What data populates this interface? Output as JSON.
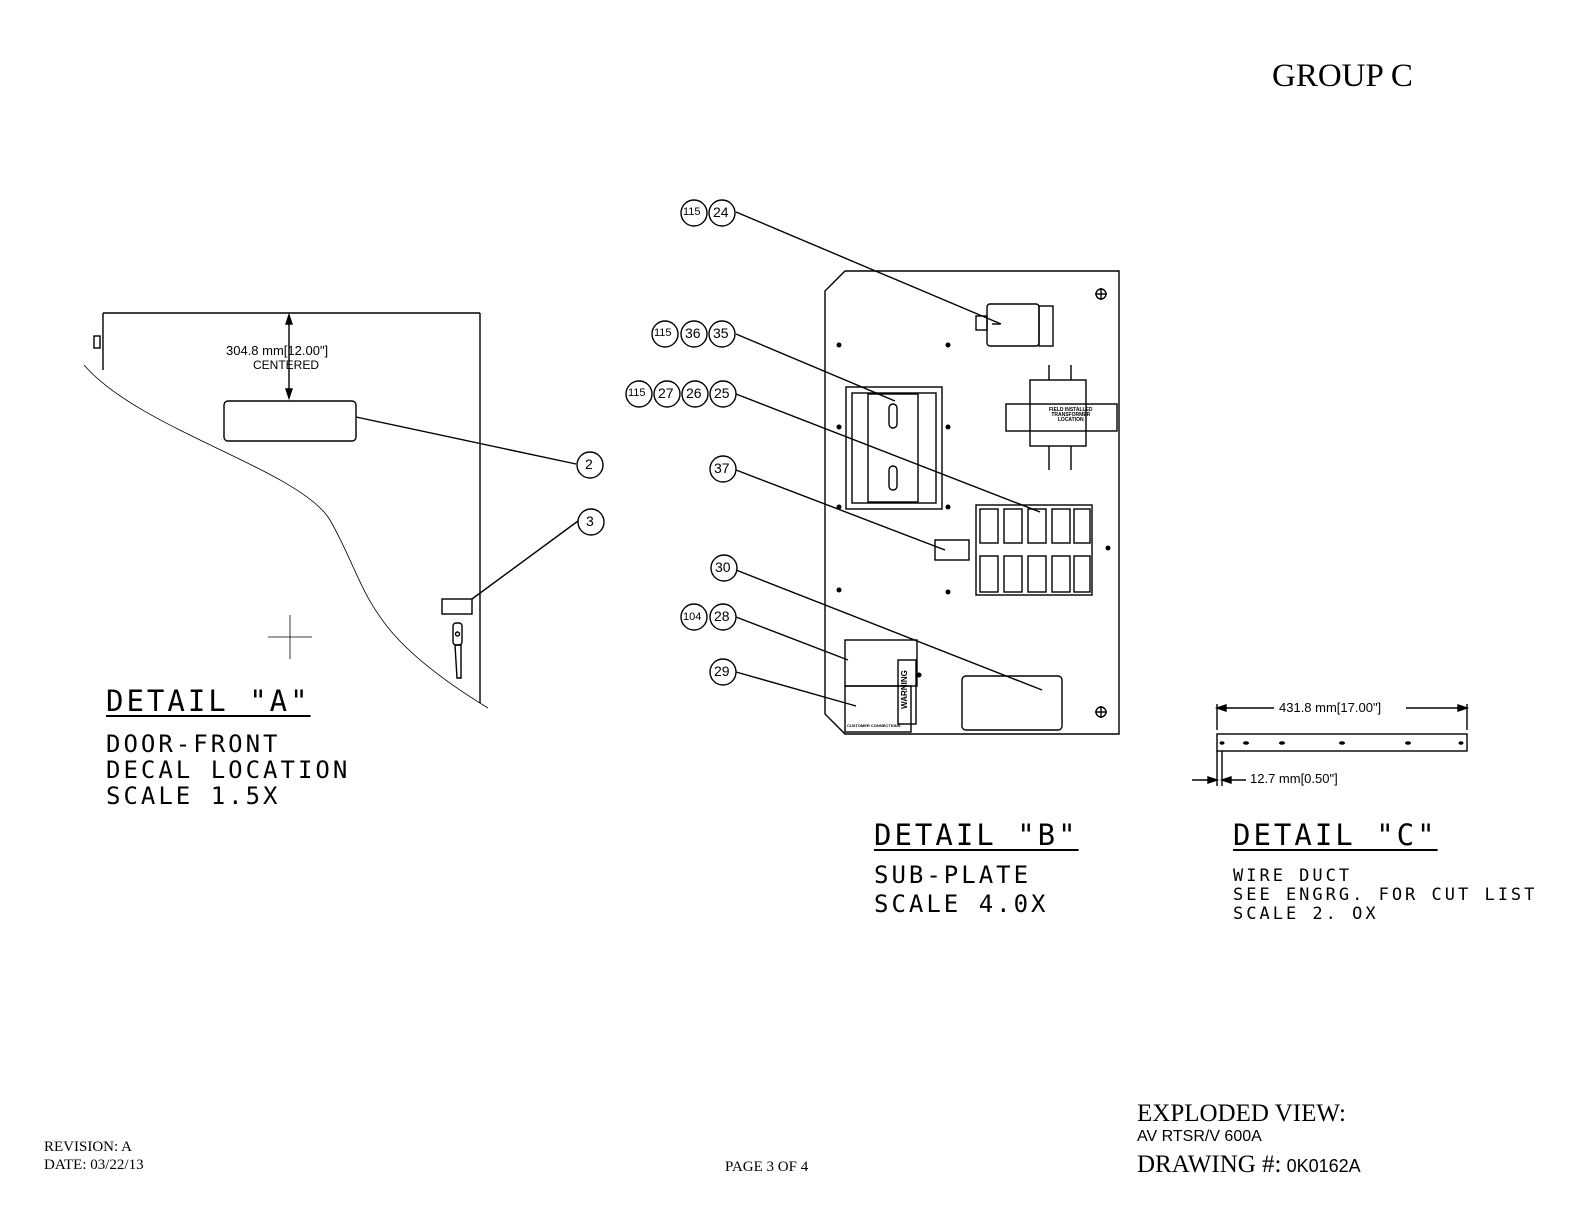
{
  "header": {
    "group": "GROUP C"
  },
  "detail_a": {
    "title": "DETAIL \"A\"",
    "lines": [
      "DOOR-FRONT",
      "DECAL LOCATION",
      "SCALE 1.5X"
    ],
    "dim_value": "304.8 mm[12.00\"]",
    "dim_note": "CENTERED",
    "callouts": [
      "2",
      "3"
    ]
  },
  "detail_b": {
    "title": "DETAIL \"B\"",
    "lines": [
      "SUB-PLATE",
      "SCALE 4.0X"
    ],
    "callouts": {
      "c24": [
        "115",
        "24"
      ],
      "c35": [
        "115",
        "36",
        "35"
      ],
      "c25": [
        "115",
        "27",
        "26",
        "25"
      ],
      "c37": [
        "37"
      ],
      "c30": [
        "30"
      ],
      "c28": [
        "104",
        "28"
      ],
      "c29": [
        "29"
      ]
    },
    "transformer_label": [
      "FIELD INSTALLED",
      "TRANSFORMER",
      "LOCATION"
    ],
    "warning_label": "WARNING",
    "customer_label": "CUSTOMER CONNECTIONS"
  },
  "detail_c": {
    "title": "DETAIL \"C\"",
    "lines": [
      "WIRE DUCT",
      "SEE ENGRG. FOR CUT LIST",
      "SCALE 2. OX"
    ],
    "dim_length": "431.8 mm[17.00\"]",
    "dim_offset": "12.7 mm[0.50\"]"
  },
  "footer": {
    "revision": "REVISION: A",
    "date": "DATE: 03/22/13",
    "page": "PAGE 3 OF 4",
    "view_title": "EXPLODED VIEW:",
    "model": "AV RTSR/V 600A",
    "drawing_label": "DRAWING #:",
    "drawing_number": "0K0162A"
  }
}
